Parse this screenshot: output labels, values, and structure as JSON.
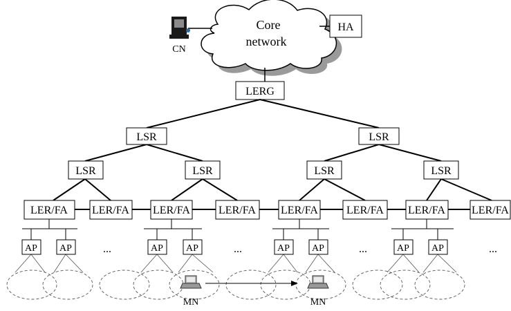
{
  "diagram": {
    "core": {
      "label_line1": "Core",
      "label_line2": "network"
    },
    "ha": {
      "label": "HA"
    },
    "cn": {
      "label": "CN"
    },
    "lerg": {
      "label": "LERG"
    },
    "lsr_label": "LSR",
    "lerfa_label": "LER/FA",
    "ap_label": "AP",
    "ellipsis": "...",
    "mn_label": "MN"
  }
}
